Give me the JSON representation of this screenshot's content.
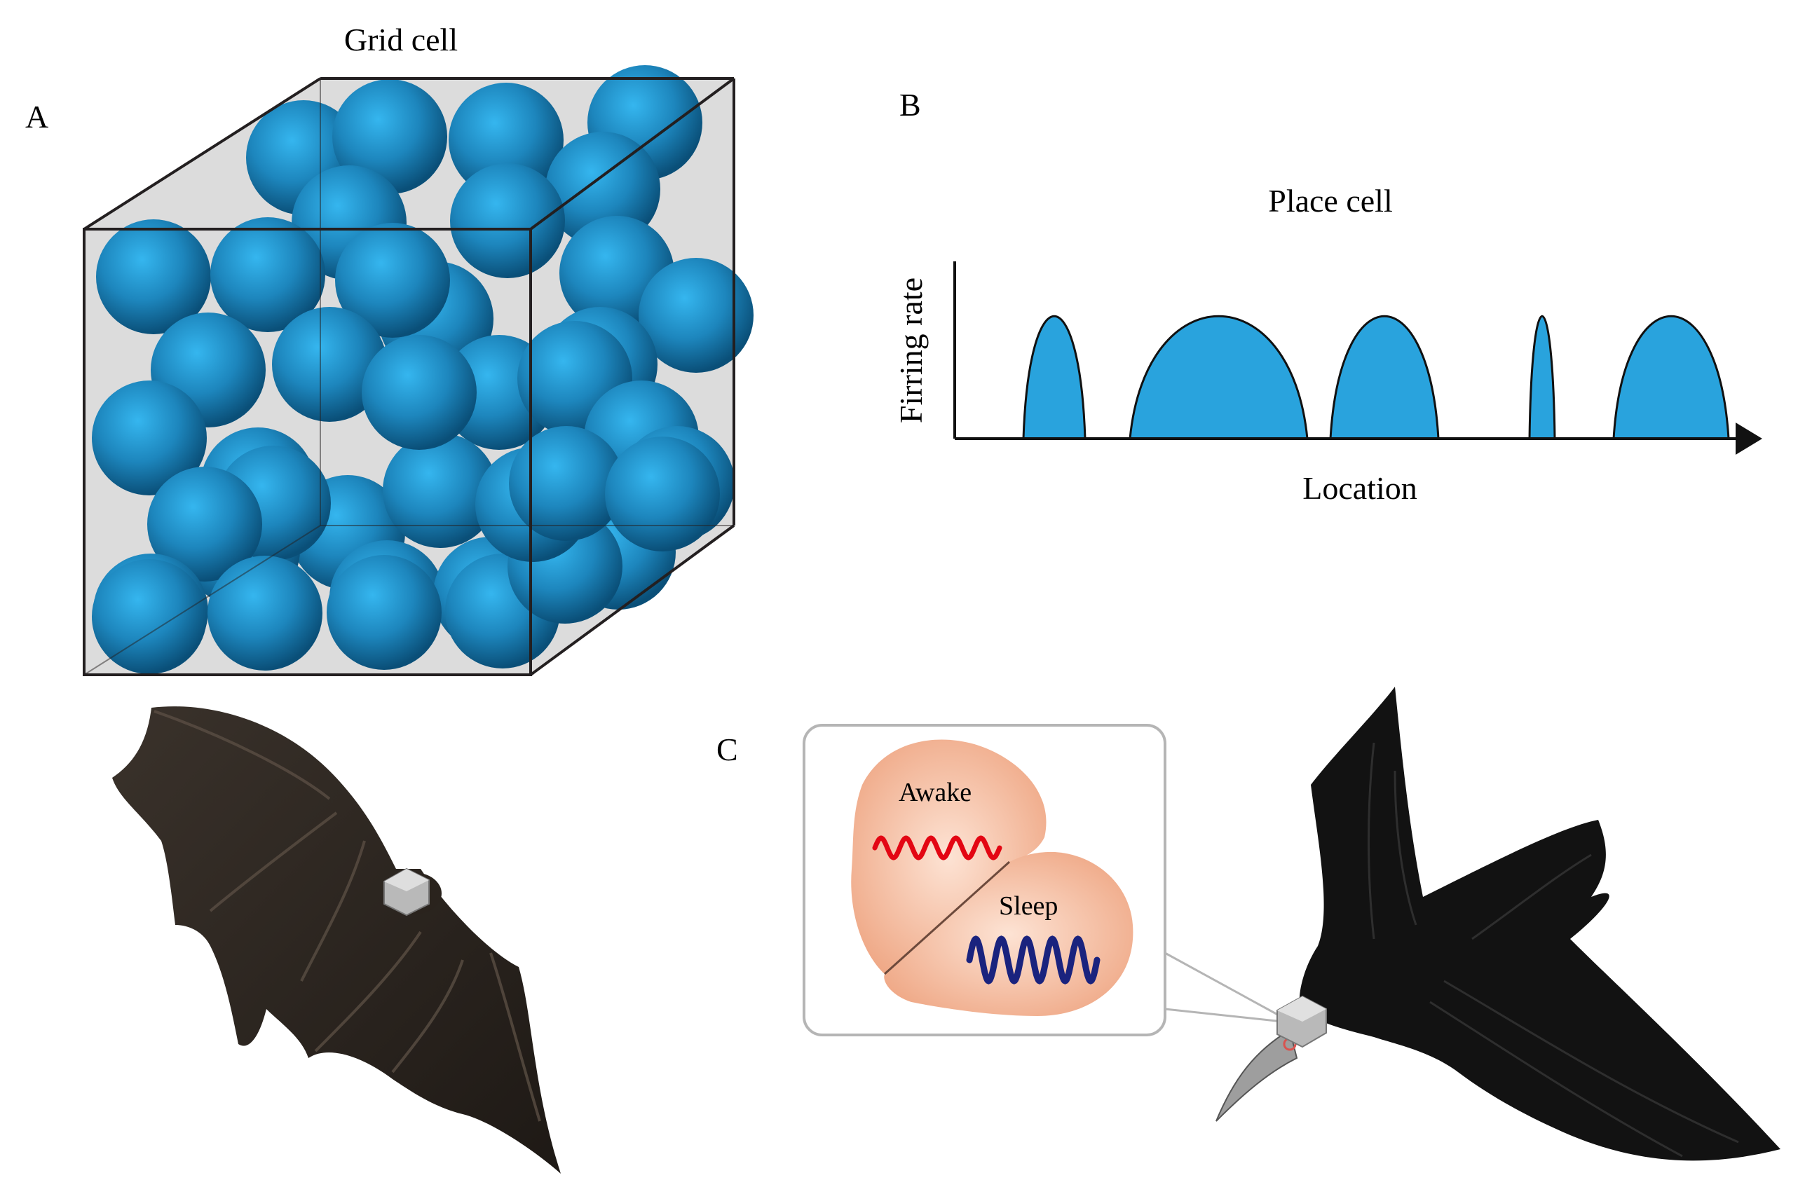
{
  "panels": {
    "a": {
      "letter": "A",
      "title": "Grid cell"
    },
    "b": {
      "letter": "B",
      "title": "Place cell",
      "ylabel": "Firring rate",
      "xlabel": "Location"
    },
    "c": {
      "letter": "C",
      "awake_label": "Awake",
      "sleep_label": "Sleep"
    }
  },
  "colors": {
    "sphere": "#2a9fd6",
    "sphere_dark": "#0a5b87",
    "cube_fill": "#dcdcdc",
    "firing_field": "#29a3dd",
    "awake_wave": "#e30613",
    "sleep_wave": "#1a237e",
    "brain": "#f3b89d",
    "bat": "#2b2520",
    "bird": "#111111"
  },
  "chart_data": {
    "type": "area",
    "title": "Place cell",
    "xlabel": "Location",
    "ylabel": "Firring rate",
    "series": [
      {
        "values": [
          0,
          1,
          0
        ]
      },
      {
        "values": [
          0,
          1,
          0
        ]
      },
      {
        "values": [
          0,
          1,
          0
        ]
      },
      {
        "values": [
          0,
          1,
          0
        ]
      },
      {
        "values": [
          0,
          1,
          0
        ]
      }
    ]
  }
}
